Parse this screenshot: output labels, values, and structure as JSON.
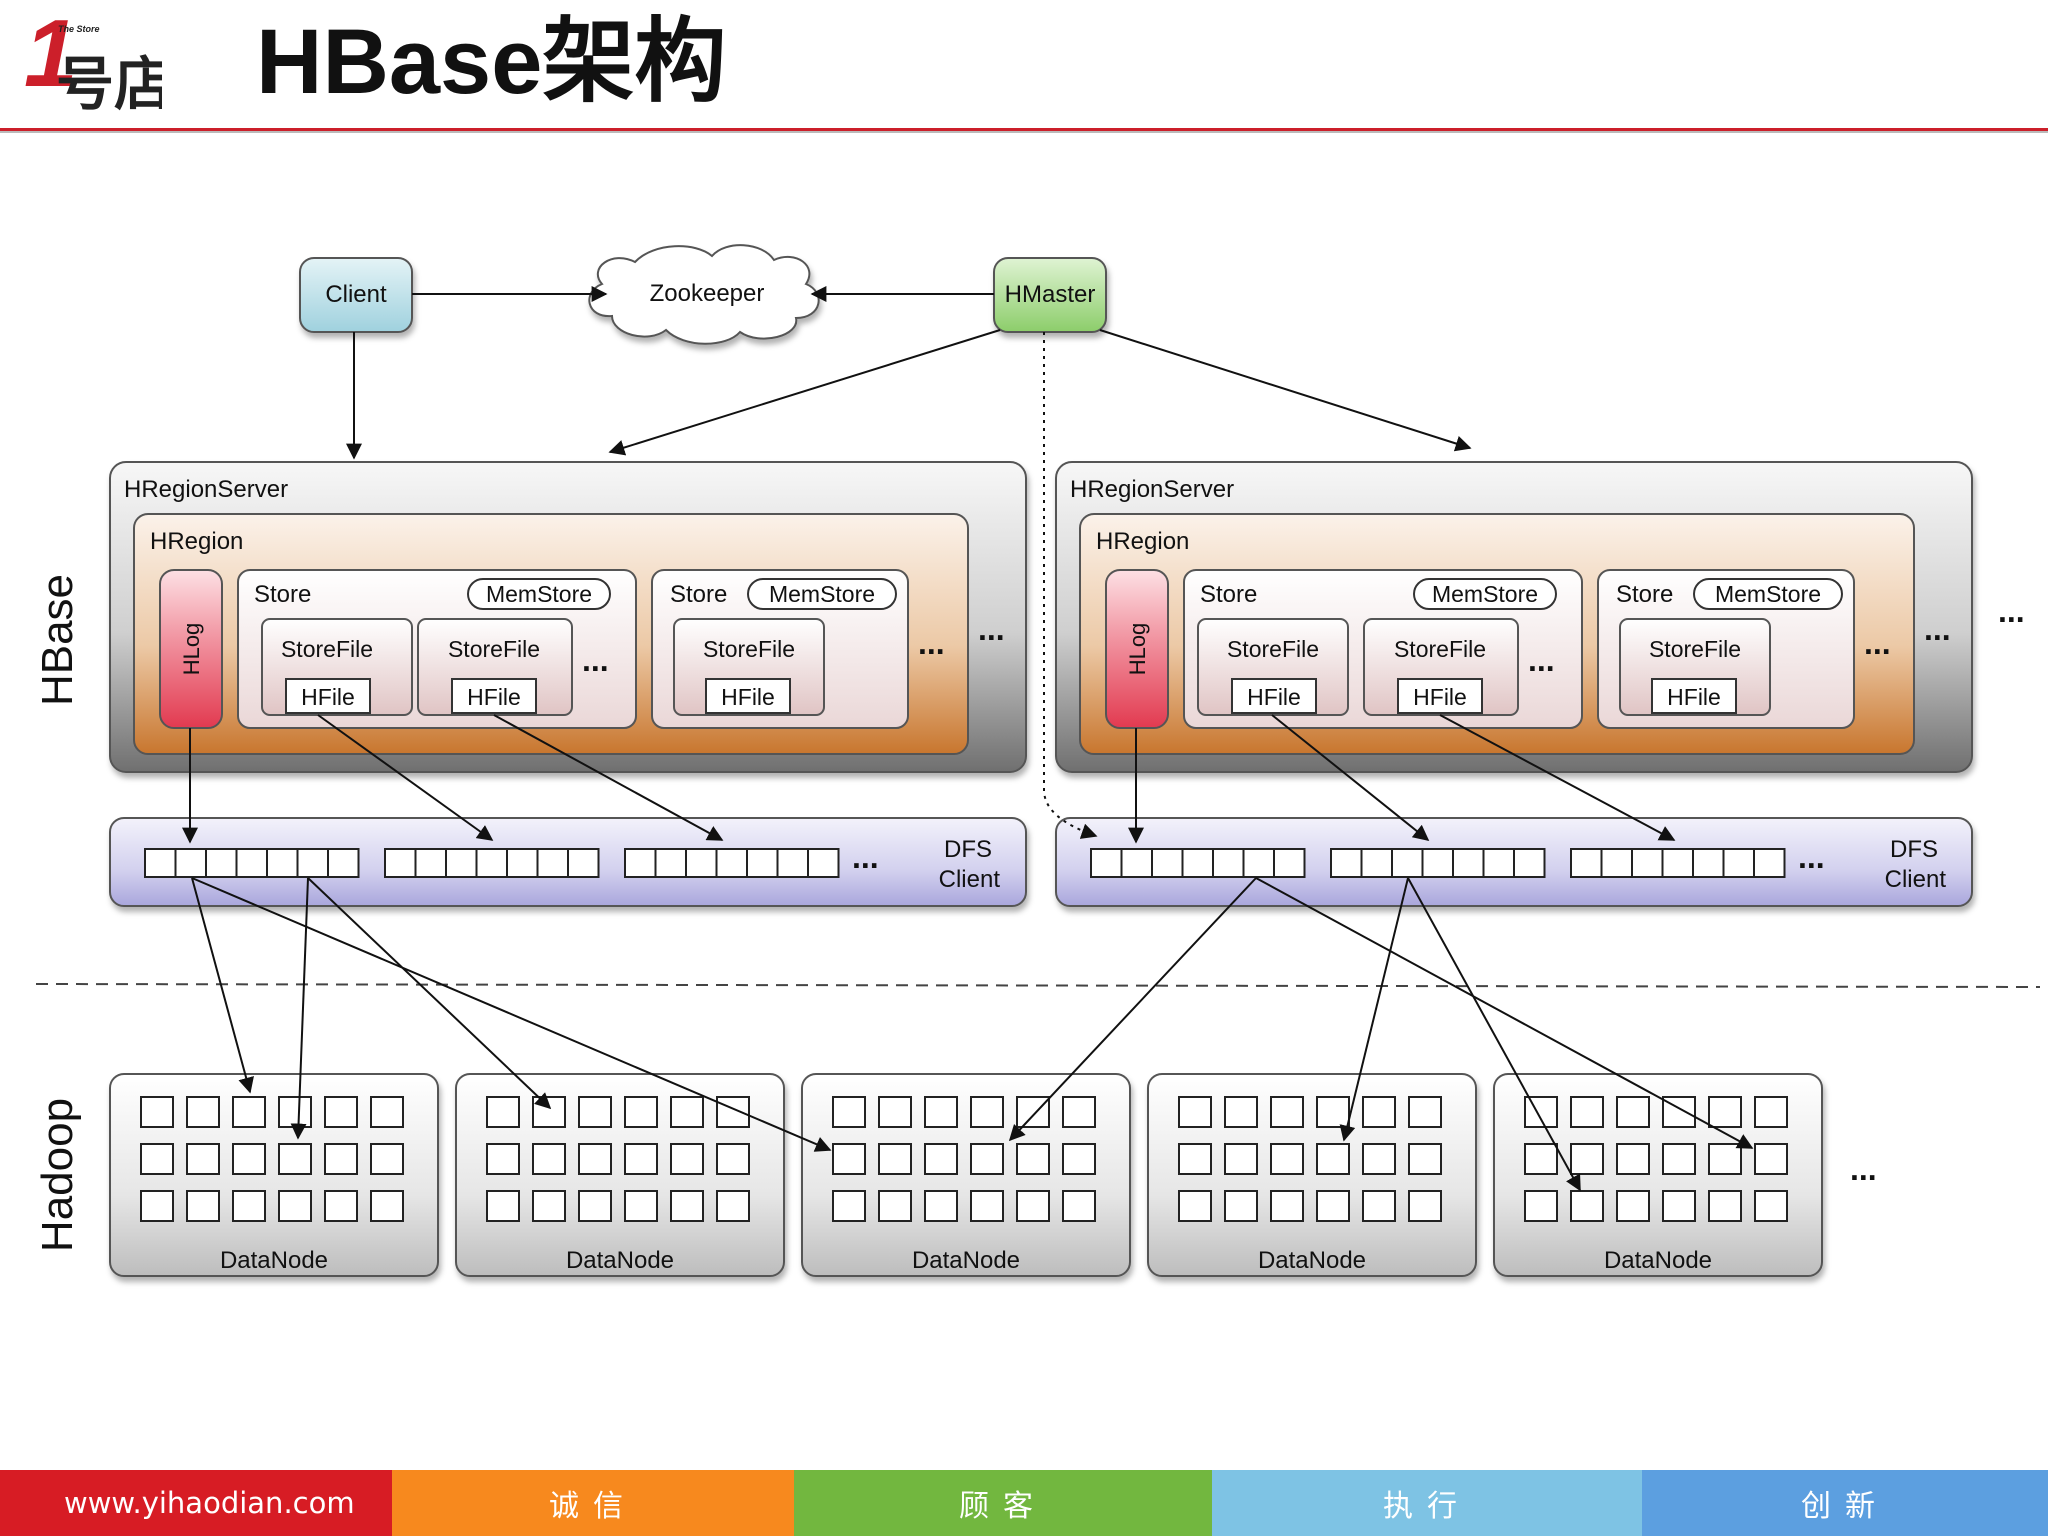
{
  "header": {
    "title": "HBase架构",
    "logo": {
      "numeral": "1",
      "small_text": "The Store",
      "chars": "号店"
    }
  },
  "colors": {
    "accent": "#cc1f2a",
    "client": "#bfe0e8",
    "hmaster": "#a6d88a",
    "hlog": "#e64a5e",
    "region_gradient_bottom": "#c8762e",
    "dfs_client": "#c2c0e6",
    "footer_segments": [
      "#d71c24",
      "#f7891e",
      "#72b73f",
      "#7ec3e4",
      "#5c9fe0"
    ]
  },
  "diagram": {
    "section_labels": {
      "hbase": "HBase",
      "hadoop": "Hadoop"
    },
    "client": "Client",
    "zookeeper": "Zookeeper",
    "hmaster": "HMaster",
    "ellipsis": "...",
    "region_servers": [
      {
        "label": "HRegionServer",
        "region_label": "HRegion",
        "hlog": "HLog",
        "stores": [
          {
            "label": "Store",
            "memstore": "MemStore",
            "storefiles": [
              "StoreFile",
              "StoreFile"
            ],
            "hfile": "HFile"
          },
          {
            "label": "Store",
            "memstore": "MemStore",
            "storefiles": [
              "StoreFile"
            ],
            "hfile": "HFile"
          }
        ],
        "dfs_client": [
          "DFS",
          "Client"
        ]
      },
      {
        "label": "HRegionServer",
        "region_label": "HRegion",
        "hlog": "HLog",
        "stores": [
          {
            "label": "Store",
            "memstore": "MemStore",
            "storefiles": [
              "StoreFile",
              "StoreFile"
            ],
            "hfile": "HFile"
          },
          {
            "label": "Store",
            "memstore": "MemStore",
            "storefiles": [
              "StoreFile"
            ],
            "hfile": "HFile"
          }
        ],
        "dfs_client": [
          "DFS",
          "Client"
        ]
      }
    ],
    "datanodes": [
      "DataNode",
      "DataNode",
      "DataNode",
      "DataNode",
      "DataNode"
    ]
  },
  "footer": {
    "url": "www.yihaodian.com",
    "values": [
      "诚信",
      "顾客",
      "执行",
      "创新"
    ]
  }
}
